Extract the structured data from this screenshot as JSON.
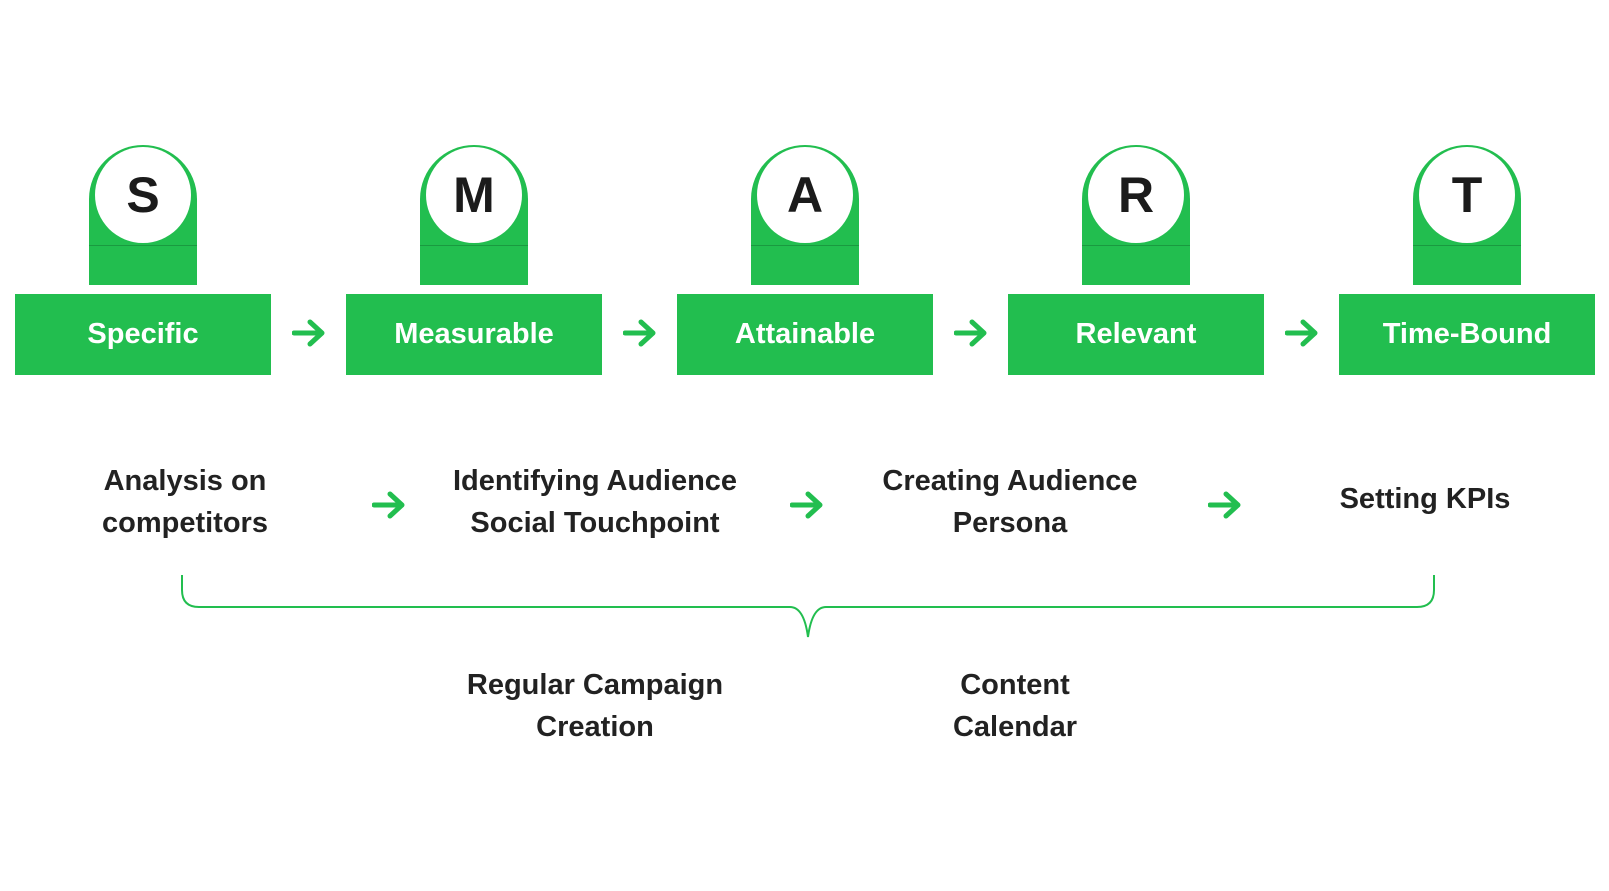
{
  "steps": [
    {
      "letter": "S",
      "label": "Specific"
    },
    {
      "letter": "M",
      "label": "Measurable"
    },
    {
      "letter": "A",
      "label": "Attainable"
    },
    {
      "letter": "R",
      "label": "Relevant"
    },
    {
      "letter": "T",
      "label": "Time-Bound"
    }
  ],
  "activities": [
    "Analysis on\ncompetitors",
    "Identifying Audience\nSocial Touchpoint",
    "Creating Audience\nPersona",
    "Setting KPIs"
  ],
  "outcomes": [
    "Regular Campaign\nCreation",
    "Content\nCalendar"
  ],
  "colors": {
    "accent": "#22be4f",
    "text": "#222222",
    "box_text": "#ffffff"
  },
  "icons": {
    "step_arrow": "arrow-right-icon",
    "grouping": "curly-brace-icon"
  }
}
